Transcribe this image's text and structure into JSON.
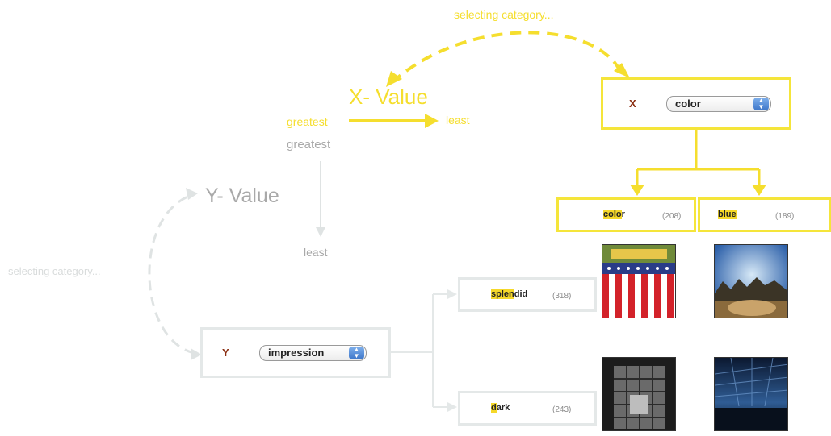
{
  "labels": {
    "selecting_x": "selecting category...",
    "selecting_y": "selecting category...",
    "x_value": "X- Value",
    "y_value": "Y- Value",
    "x_greatest": "greatest",
    "x_least": "least",
    "y_greatest": "greatest",
    "y_least": "least"
  },
  "x_panel": {
    "axis": "X",
    "selected": "color",
    "categories": [
      {
        "highlight": "colo",
        "rest": "r",
        "count": "(208)"
      },
      {
        "highlight": "blue",
        "rest": "",
        "count": "(189)"
      }
    ]
  },
  "y_panel": {
    "axis": "Y",
    "selected": "impression",
    "categories": [
      {
        "highlight": "splen",
        "rest": "did",
        "count": "(318)"
      },
      {
        "highlight": "d",
        "rest": "ark",
        "count": "(243)"
      }
    ]
  },
  "colors": {
    "highlight_yellow": "#f5e53a",
    "inactive_grey": "#e4e8e8",
    "axis_letter": "#8a2e12"
  }
}
